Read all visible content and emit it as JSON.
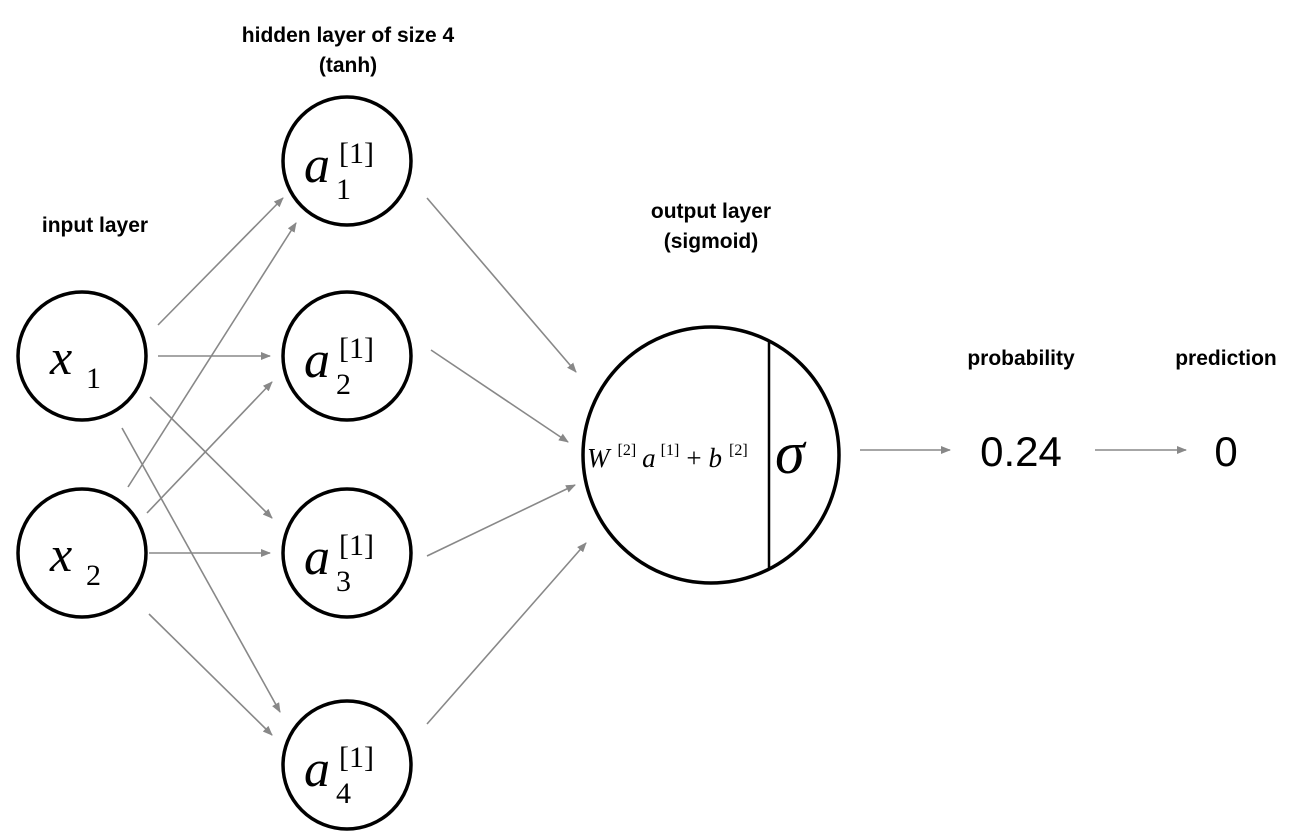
{
  "layers": {
    "input_title": "input layer",
    "hidden_title_1": "hidden layer of size 4",
    "hidden_title_2": "(tanh)",
    "output_title_1": "output layer",
    "output_title_2": "(sigmoid)"
  },
  "inputs": [
    {
      "var": "x",
      "sub": "1"
    },
    {
      "var": "x",
      "sub": "2"
    }
  ],
  "hidden": [
    {
      "var": "a",
      "sup": "[1]",
      "sub": "1"
    },
    {
      "var": "a",
      "sup": "[1]",
      "sub": "2"
    },
    {
      "var": "a",
      "sup": "[1]",
      "sub": "3"
    },
    {
      "var": "a",
      "sup": "[1]",
      "sub": "4"
    }
  ],
  "output": {
    "linear": {
      "w": "W",
      "w_sup": "[2]",
      "a": "a",
      "a_sup": "[1]",
      "plus": "+",
      "b": "b",
      "b_sup": "[2]"
    },
    "activation": "σ"
  },
  "result": {
    "probability_title": "probability",
    "probability_value": "0.24",
    "prediction_title": "prediction",
    "prediction_value": "0"
  },
  "colors": {
    "edge": "#888888",
    "node_stroke": "#000000"
  }
}
